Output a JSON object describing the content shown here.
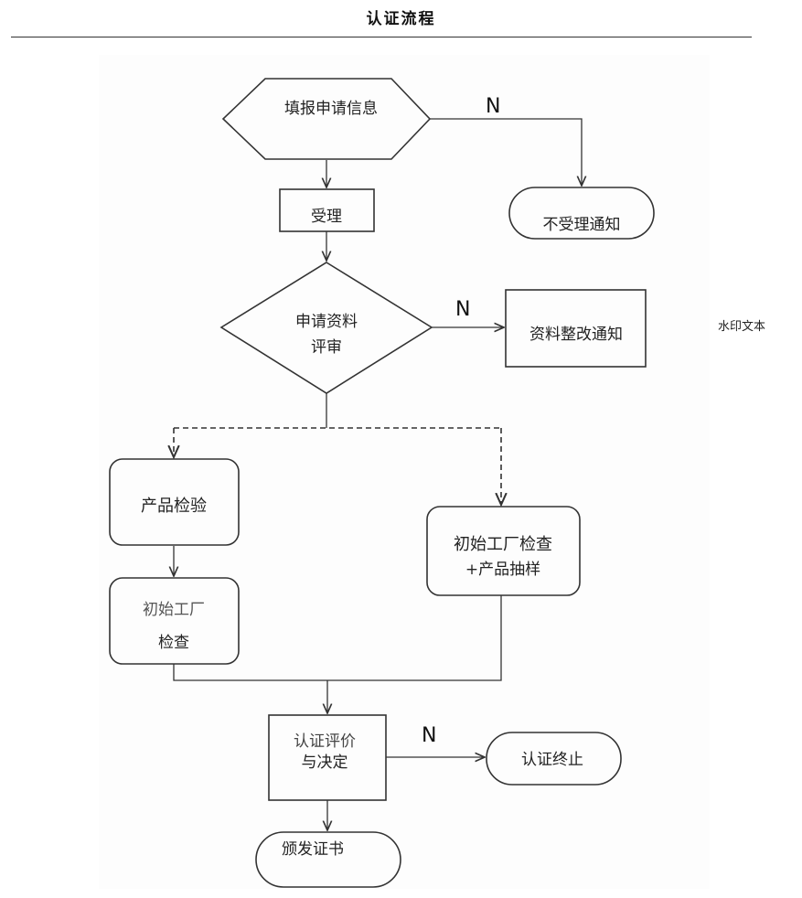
{
  "page": {
    "title": "认证流程",
    "watermark": "水印文本"
  },
  "nodes": {
    "fill_in": "填报申请信息",
    "accept": "受理",
    "reject_notice": "不受理通知",
    "review_line1": "申请资料",
    "review_line2": "评审",
    "rectify_notice": "资料整改通知",
    "product_test": "产品检验",
    "factory_inspect_line1": "初始工厂",
    "factory_inspect_line2": "检查",
    "factory_sample_line1": "初始工厂检查",
    "factory_sample_line2": "+产品抽样",
    "decision_line1": "认证评价",
    "decision_line2": "与决定",
    "terminate": "认证终止",
    "issue": "颁发证书"
  },
  "labels": {
    "no_1": "N",
    "no_2": "N",
    "no_3": "N"
  },
  "colors": {
    "stroke": "#333333",
    "text": "#222222"
  }
}
